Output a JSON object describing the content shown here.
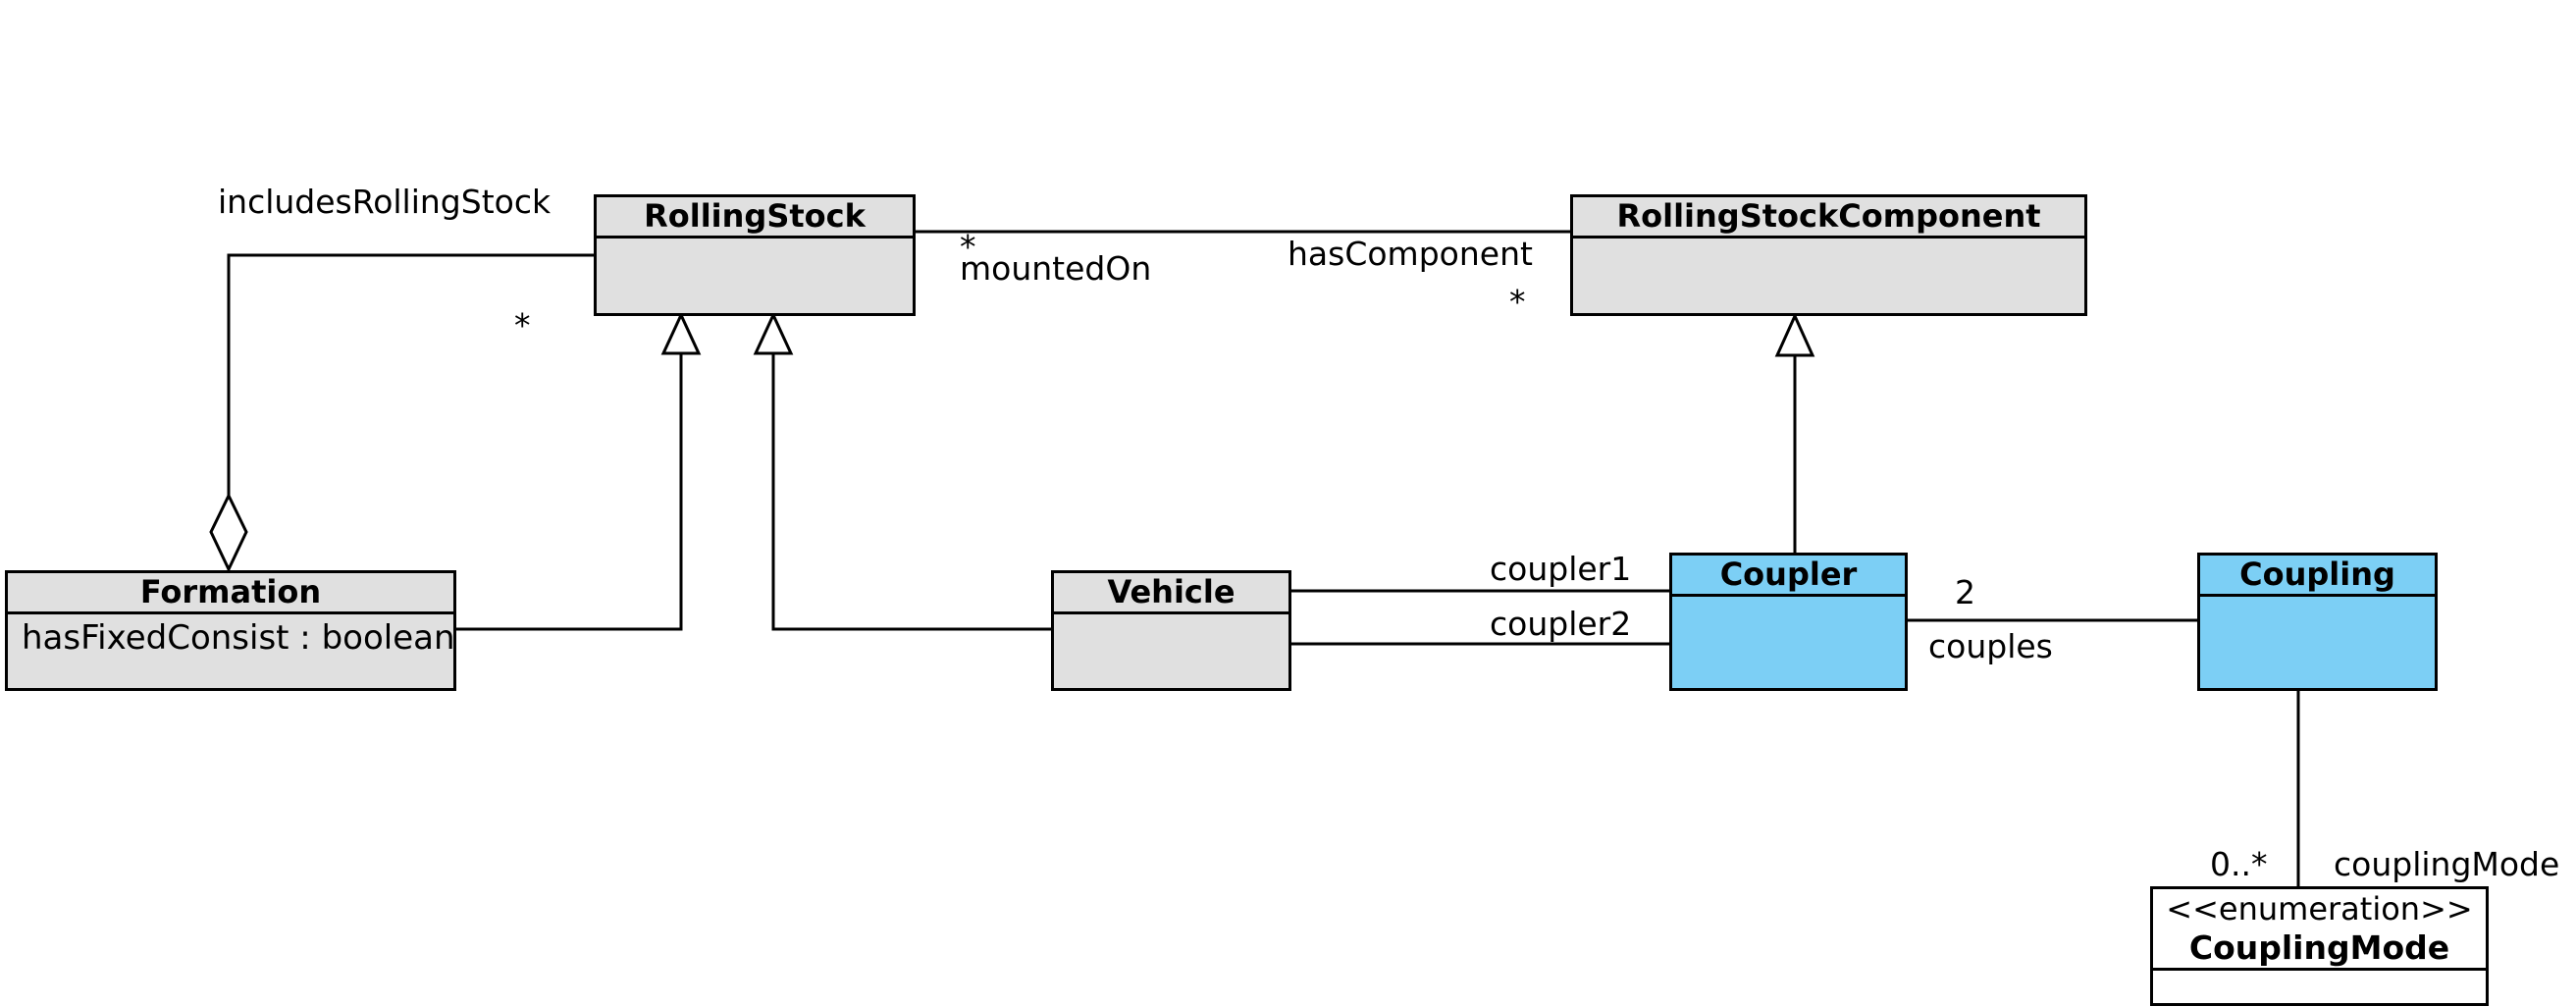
{
  "classes": {
    "rolling_stock": {
      "name": "RollingStock",
      "attribute": ""
    },
    "rolling_stock_component": {
      "name": "RollingStockComponent",
      "attribute": ""
    },
    "formation": {
      "name": "Formation",
      "attribute": "hasFixedConsist : boolean"
    },
    "vehicle": {
      "name": "Vehicle",
      "attribute": ""
    },
    "coupler": {
      "name": "Coupler",
      "attribute": ""
    },
    "coupling": {
      "name": "Coupling",
      "attribute": ""
    },
    "coupling_mode": {
      "stereotype": "<<enumeration>>",
      "name": "CouplingMode"
    }
  },
  "associations": {
    "includes_rolling_stock": {
      "role": "includesRollingStock",
      "multiplicity": "*"
    },
    "has_component": {
      "role": "hasComponent",
      "multiplicity": "*"
    },
    "mounted_on": {
      "role": "mountedOn",
      "multiplicity": "*"
    },
    "coupler1": {
      "role": "coupler1"
    },
    "coupler2": {
      "role": "coupler2"
    },
    "couples": {
      "role": "couples",
      "multiplicity": "2"
    },
    "coupling_mode": {
      "role": "couplingMode",
      "multiplicity": "0..*"
    }
  },
  "colors": {
    "class_fill": "#e0e0e0",
    "highlight_fill": "#7ccff5",
    "line": "#000000"
  }
}
